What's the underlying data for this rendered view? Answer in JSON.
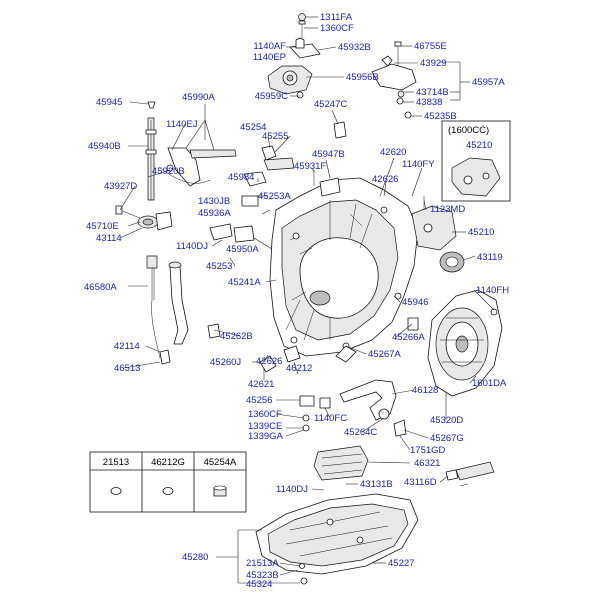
{
  "labels": {
    "l1311FA": "1311FA",
    "l1360CF_top": "1360CF",
    "l1140AF": "1140AF",
    "l1140EP": "1140EP",
    "l45932B": "45932B",
    "l46755E": "46755E",
    "l43929": "43929",
    "l45956B": "45956B",
    "l45957A": "45957A",
    "l45945": "45945",
    "l45990A": "45990A",
    "l45959C": "45959C",
    "l43714B": "43714B",
    "l43838": "43838",
    "l45247C": "45247C",
    "l45235B": "45235B",
    "l1140EJ": "1140EJ",
    "l45254": "45254",
    "l45255": "45255",
    "l1600CC": "(1600CC)",
    "l45210_top": "45210",
    "l45940B": "45940B",
    "l45947B": "45947B",
    "l42620": "42620",
    "l45931F": "45931F",
    "l1140FY": "1140FY",
    "l45920B": "45920B",
    "l45984": "45984",
    "l42626_top": "42626",
    "l43927D": "43927D",
    "l45253A": "45253A",
    "l1430JB": "1430JB",
    "l1123MD": "1123MD",
    "l45936A": "45936A",
    "l45710E": "45710E",
    "l43114": "43114",
    "l45210_mid": "45210",
    "l1140DJ_mid": "1140DJ",
    "l45950A": "45950A",
    "l43119": "43119",
    "l45253": "45253",
    "l45241A": "45241A",
    "l46580A": "46580A",
    "l1140FH": "1140FH",
    "l45946": "45946",
    "l45262B": "45262B",
    "l45266A": "45266A",
    "l42114": "42114",
    "l42626_mid": "42626",
    "l45267A": "45267A",
    "l45260J": "45260J",
    "l46513": "46513",
    "l46212": "46212",
    "l1601DA": "1601DA",
    "l42621": "42621",
    "l46128": "46128",
    "l45256": "45256",
    "l1360CF_mid": "1360CF",
    "l1140FC": "1140FC",
    "l45320D": "45320D",
    "l1339CE": "1339CE",
    "l1339GA": "1339GA",
    "l45264C": "45264C",
    "l45267G": "45267G",
    "l1751GD": "1751GD",
    "l46321": "46321",
    "l43116D": "43116D",
    "l1140DJ_bot": "1140DJ",
    "l43131B": "43131B",
    "l45280": "45280",
    "l21513A": "21513A",
    "l45323B": "45323B",
    "l45324": "45324",
    "l45227": "45227"
  },
  "legend_table": {
    "headers": [
      "21513",
      "46212G",
      "45254A"
    ]
  }
}
